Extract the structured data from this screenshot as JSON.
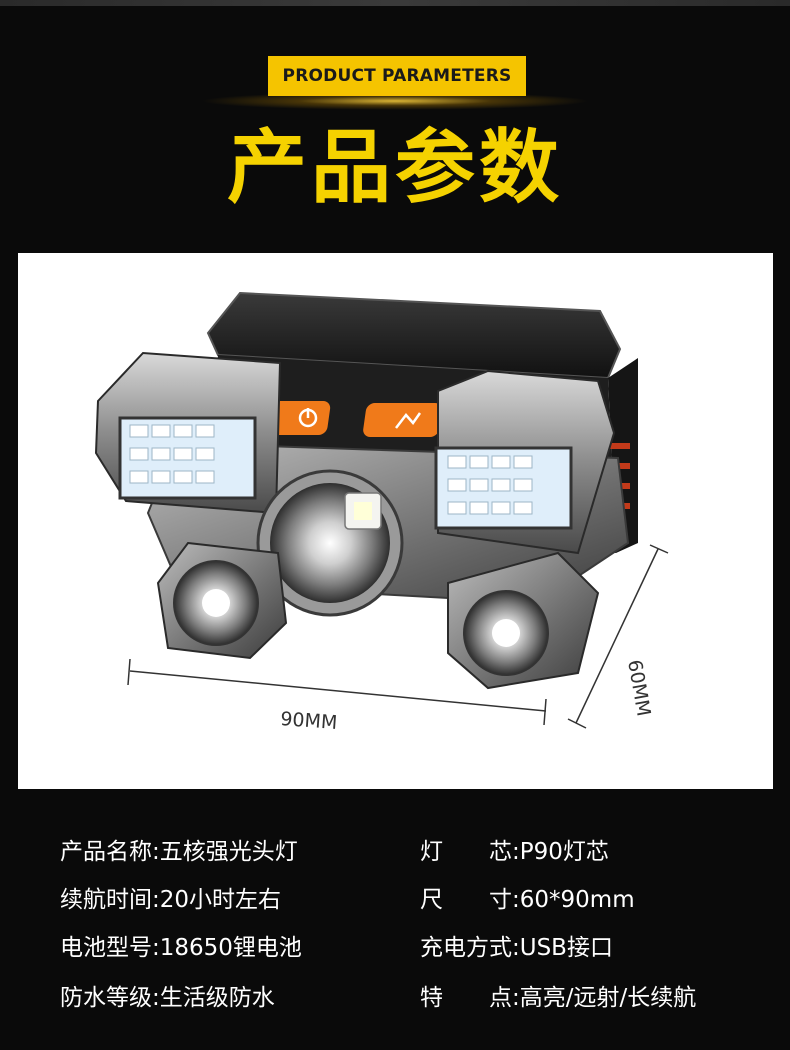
{
  "header": {
    "badge_text": "PRODUCT PARAMETERS",
    "title": "产品参数"
  },
  "figure": {
    "width_label": "90MM",
    "height_label": "60MM"
  },
  "specs": [
    {
      "label": "产品名称",
      "separator": ":",
      "value": "五核强光头灯"
    },
    {
      "label": "灯　　芯",
      "separator": ":",
      "value": "P90灯芯"
    },
    {
      "label": "续航时间",
      "separator": ":",
      "value": "20小时左右"
    },
    {
      "label": "尺　　寸",
      "separator": ":",
      "value": "60*90mm"
    },
    {
      "label": "电池型号",
      "separator": ":",
      "value": "18650锂电池"
    },
    {
      "label": "充电方式",
      "separator": ":",
      "value": "USB接口"
    },
    {
      "label": "防水等级",
      "separator": ":",
      "value": "生活级防水"
    },
    {
      "label": "特　　点",
      "separator": ":",
      "value": "高亮/远射/长续航"
    }
  ],
  "colors": {
    "background": "#0a0a0a",
    "accent_yellow": "#f5c400",
    "title_yellow": "#f5d200",
    "button_orange": "#f07a1a",
    "text_white": "#ffffff"
  }
}
